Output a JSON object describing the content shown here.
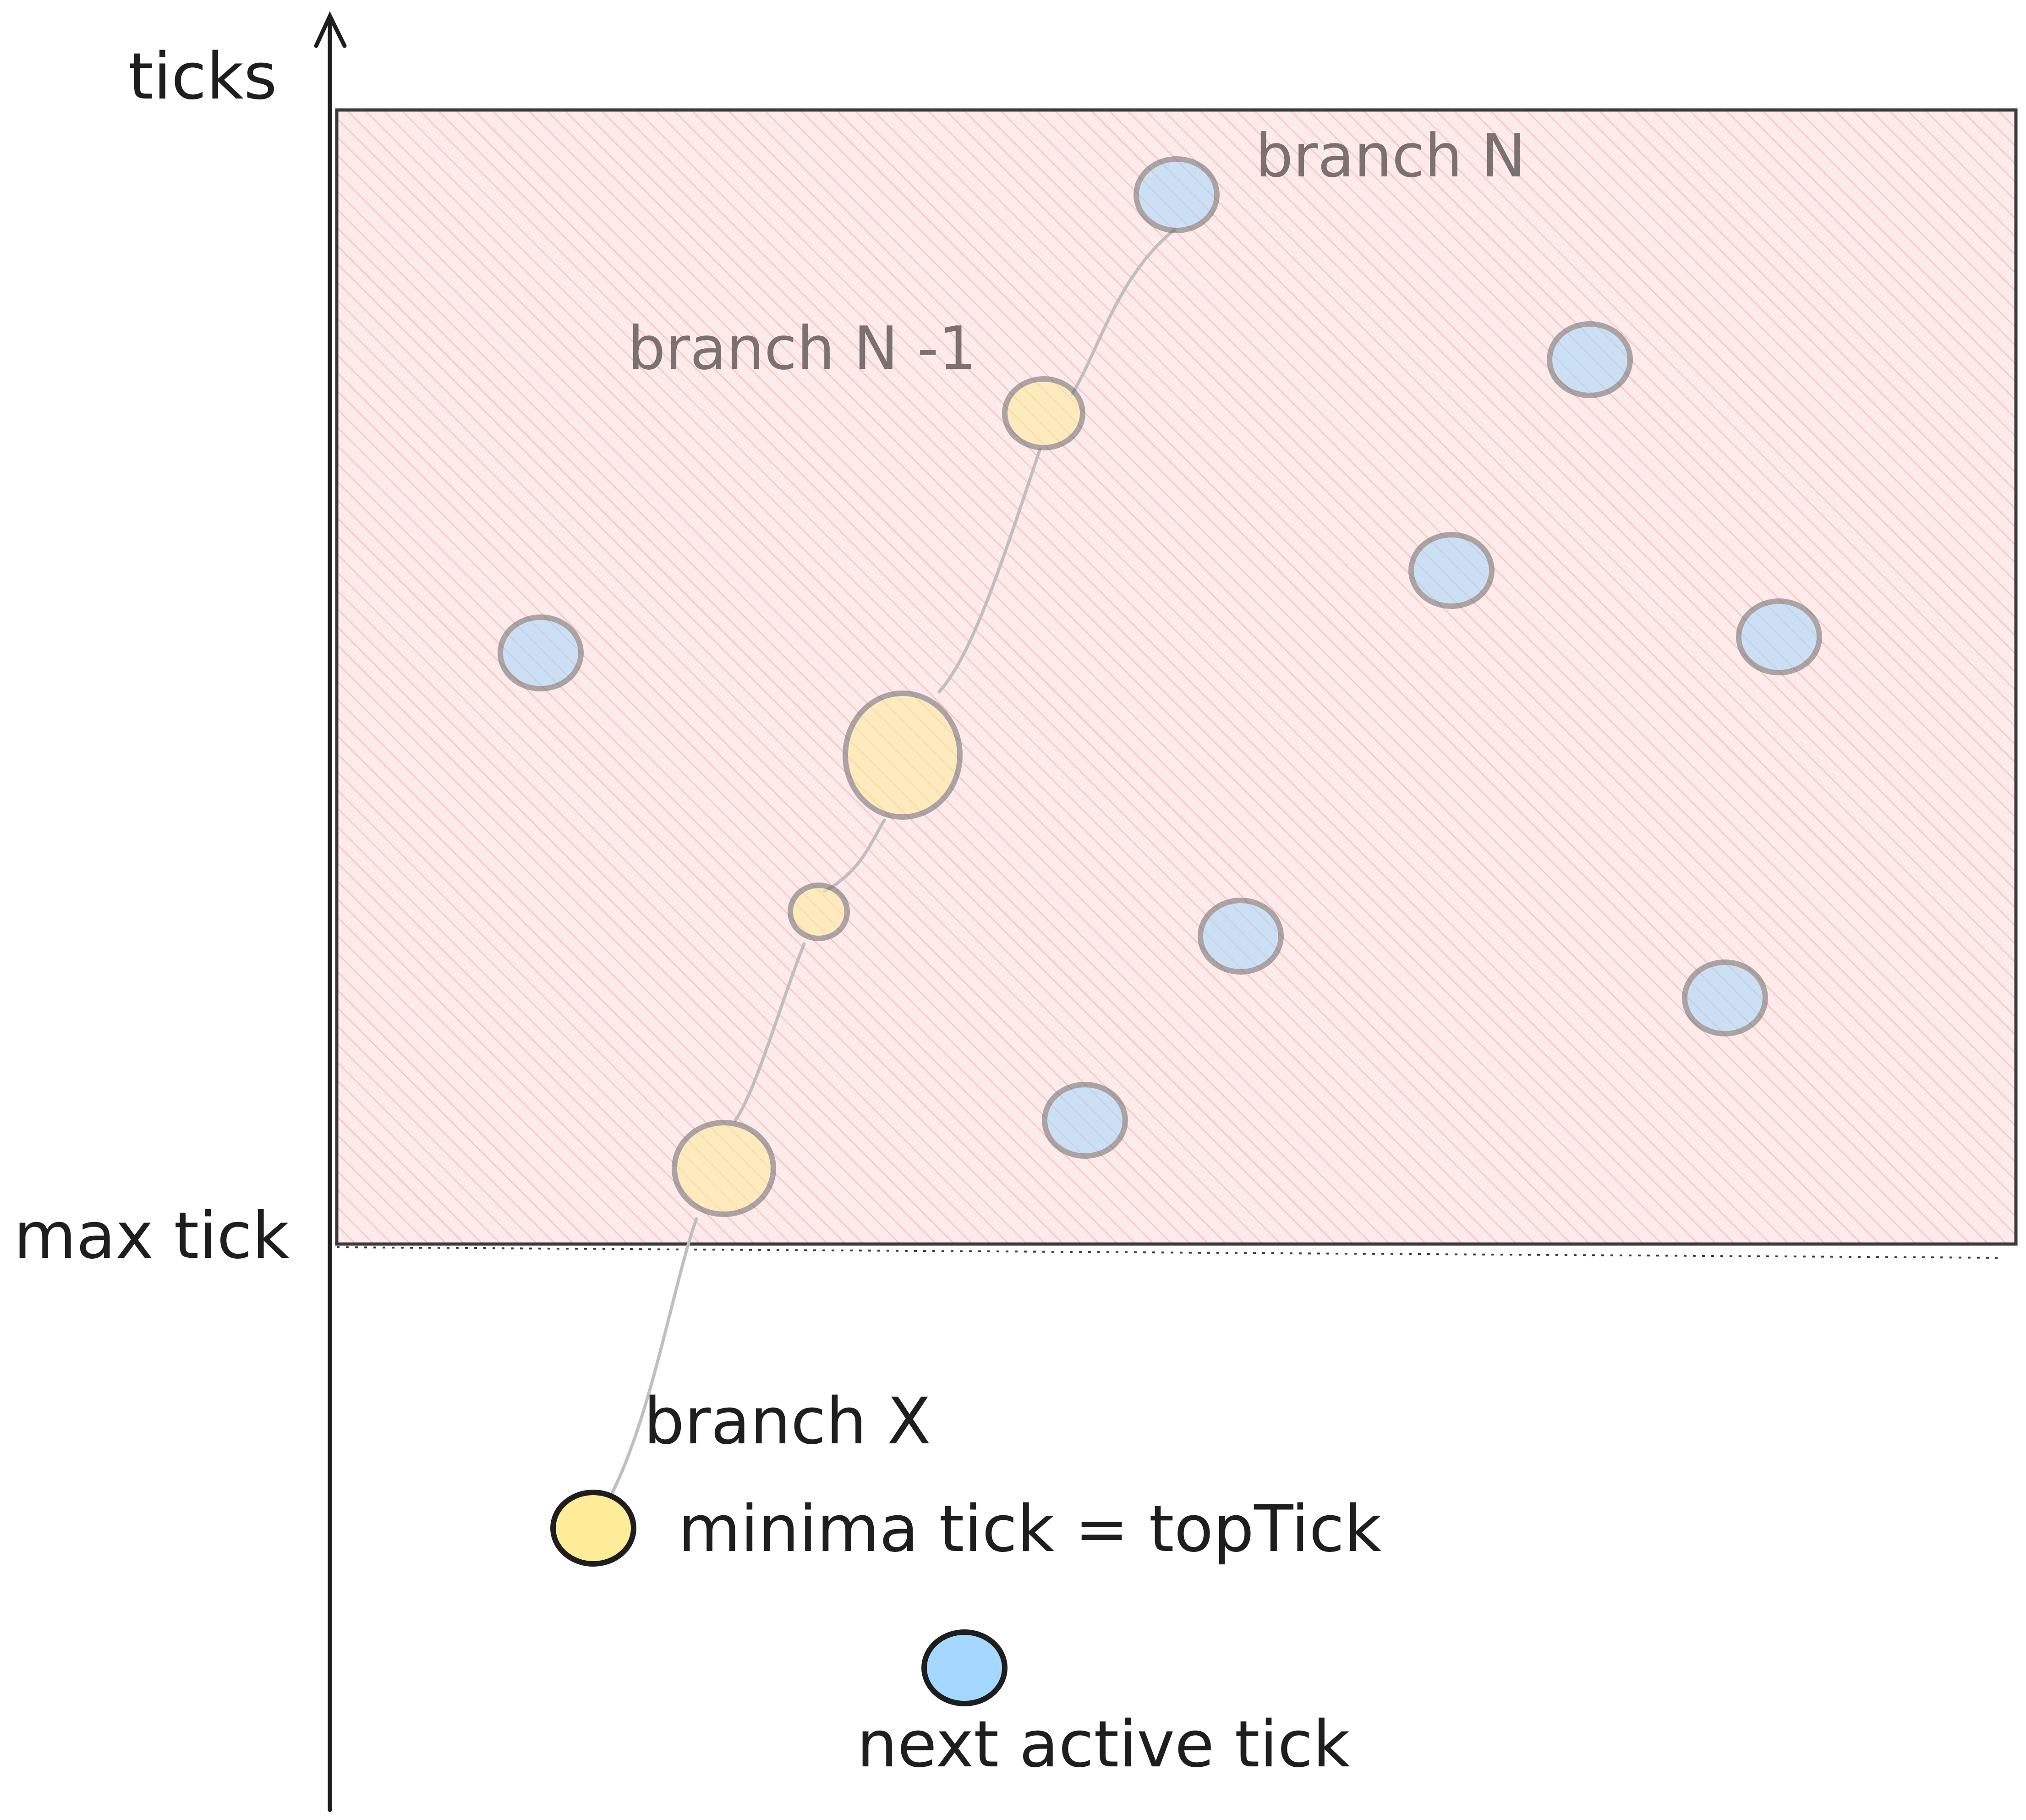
{
  "axis": {
    "y_label": "ticks",
    "max_label": "max tick"
  },
  "branch_labels": {
    "branch_n": "branch N",
    "branch_n_minus_1": "branch N -1",
    "branch_x": "branch X"
  },
  "legend": {
    "minima_label": "minima tick = topTick",
    "next_active_label": "next active tick"
  },
  "colors": {
    "region_fill": "#fdeaea",
    "region_hatch": "#f7c2c2",
    "minima_fill": "#ffec99",
    "next_active_fill": "#a5d8ff",
    "outline": "#1e1e1e",
    "branch_line": "#bfbfbf"
  }
}
